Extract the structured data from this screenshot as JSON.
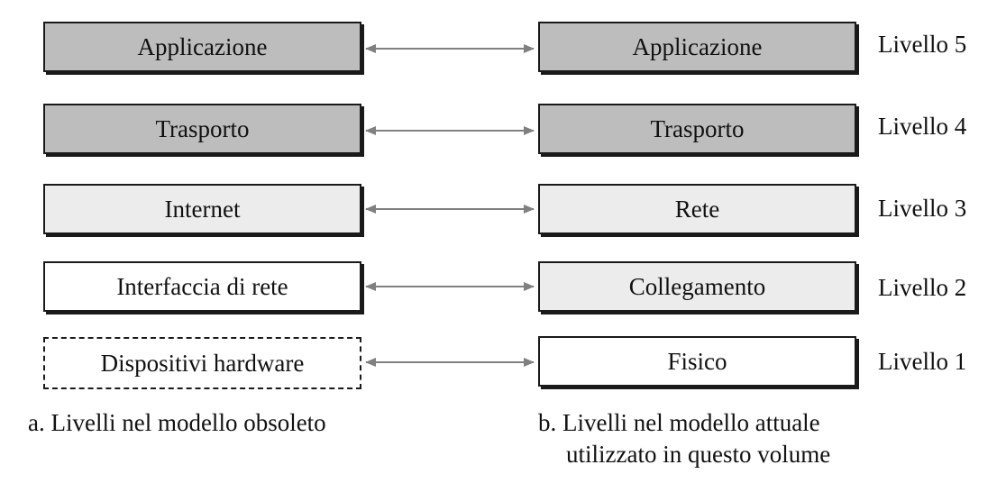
{
  "left_model": {
    "caption": "a. Livelli nel modello obsoleto",
    "layers": [
      {
        "label": "Applicazione",
        "style": "dark"
      },
      {
        "label": "Trasporto",
        "style": "dark"
      },
      {
        "label": "Internet",
        "style": "light"
      },
      {
        "label": "Interfaccia di rete",
        "style": "white"
      },
      {
        "label": "Dispositivi hardware",
        "style": "dashed"
      }
    ]
  },
  "right_model": {
    "caption_line1": "b. Livelli nel modello attuale",
    "caption_line2": "utilizzato in questo volume",
    "layers": [
      {
        "label": "Applicazione",
        "style": "dark",
        "level": "Livello 5"
      },
      {
        "label": "Trasporto",
        "style": "dark",
        "level": "Livello 4"
      },
      {
        "label": "Rete",
        "style": "light",
        "level": "Livello 3"
      },
      {
        "label": "Collegamento",
        "style": "light",
        "level": "Livello 2"
      },
      {
        "label": "Fisico",
        "style": "white",
        "level": "Livello 1"
      }
    ]
  },
  "colors": {
    "dark_fill": "#bdbdbd",
    "light_fill": "#ececec",
    "white_fill": "#ffffff",
    "arrow": "#808080"
  }
}
